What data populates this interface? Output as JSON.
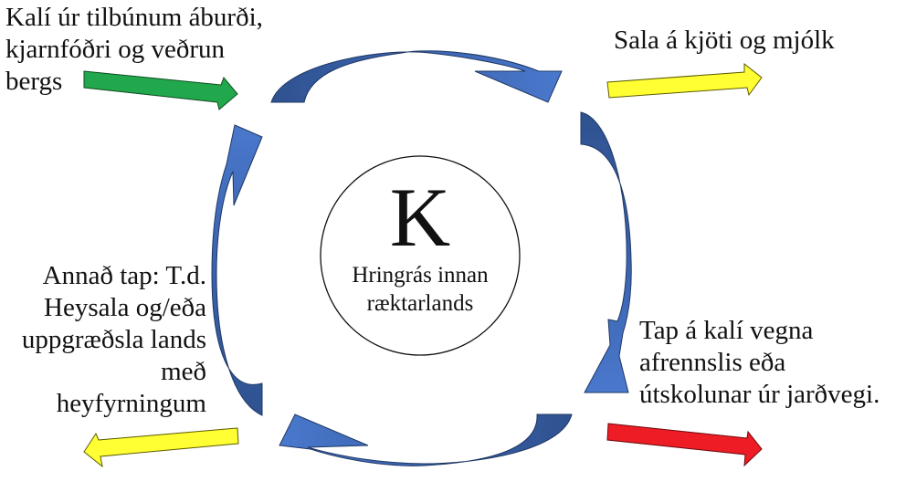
{
  "diagram": {
    "center": {
      "symbol": "K",
      "caption_lines": [
        "Hringrás innan",
        "ræktarlands"
      ]
    },
    "labels": {
      "input": {
        "lines": [
          "Kalí úr tilbúnum áburði,",
          "kjarnfóðri og veðrun",
          "bergs"
        ],
        "arrow_color": "#22a84c"
      },
      "sales": {
        "lines": [
          "Sala á kjöti og mjólk"
        ],
        "arrow_color": "#ffff33"
      },
      "other_loss": {
        "lines": [
          "Annað tap: T.d.",
          "Heysala og/eða",
          "uppgræðsla lands",
          "með",
          "heyfyrningum"
        ],
        "arrow_color": "#ffff33"
      },
      "leaching": {
        "lines": [
          "Tap á kalí vegna",
          "afrennslis eða",
          "útskolunar úr jarðvegi."
        ],
        "arrow_color": "#ee1c24"
      }
    },
    "cycle_arrow_color": "#4472c4",
    "cycle_arrow_dark": "#2f528f"
  }
}
